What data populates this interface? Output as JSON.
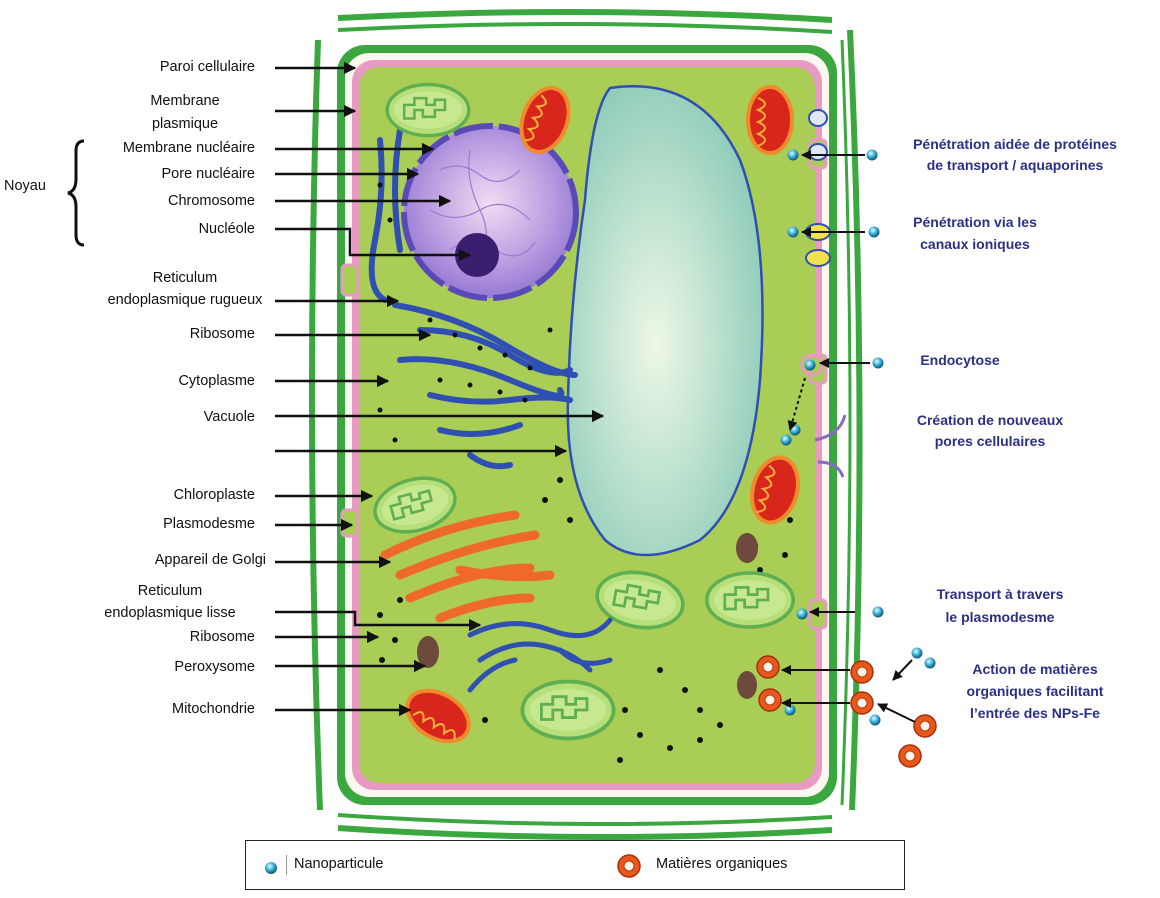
{
  "left_labels": {
    "paroi": "Paroi cellulaire",
    "membrane_plasmique_1": "Membrane",
    "membrane_plasmique_2": "plasmique",
    "noyau": "Noyau",
    "membrane_nucleaire": "Membrane nucléaire",
    "pore_nucleaire": "Pore nucléaire",
    "chromosome": "Chromosome",
    "nucleole": "Nucléole",
    "rer_1": "Reticulum",
    "rer_2": "endoplasmique rugueux",
    "ribosome_1": "Ribosome",
    "cytoplasme": "Cytoplasme",
    "vacuole": "Vacuole",
    "chloroplaste": "Chloroplaste",
    "plasmodesme": "Plasmodesme",
    "golgi": "Appareil de Golgi",
    "rel_1": "Reticulum",
    "rel_2": "endoplasmique lisse",
    "ribosome_2": "Ribosome",
    "peroxysome": "Peroxysome",
    "mitochondrie": "Mitochondrie"
  },
  "right_labels": {
    "proteines_1": "Pénétration aidée de protéines",
    "proteines_2": "de transport / aquaporines",
    "canaux_1": "Pénétration via les",
    "canaux_2": "canaux ioniques",
    "endocytose": "Endocytose",
    "pores_1": "Création de nouveaux",
    "pores_2": "pores cellulaires",
    "plasmodesme_1": "Transport à travers",
    "plasmodesme_2": "le plasmodesme",
    "matieres_1": "Action de matières",
    "matieres_2": "organiques facilitant",
    "matieres_3": "l’entrée des NPs-Fe"
  },
  "legend": {
    "nanoparticle": "Nanoparticule",
    "organic": "Matières organiques"
  },
  "colors": {
    "wall": "#3aa83f",
    "membrane": "#e79ac2",
    "cytoplasm": "#a9cd55",
    "vacuole": "#9fd3c0",
    "nucleus": "#a287d6",
    "nucleolus": "#3a1f6e",
    "er": "#2f4fb3",
    "golgi": "#ef6a2a",
    "mitochondria": "#d9261c",
    "chloroplast": "#7bc16a",
    "annotation": "#2b2f87",
    "nanoparticle": "#2aa6c9"
  }
}
